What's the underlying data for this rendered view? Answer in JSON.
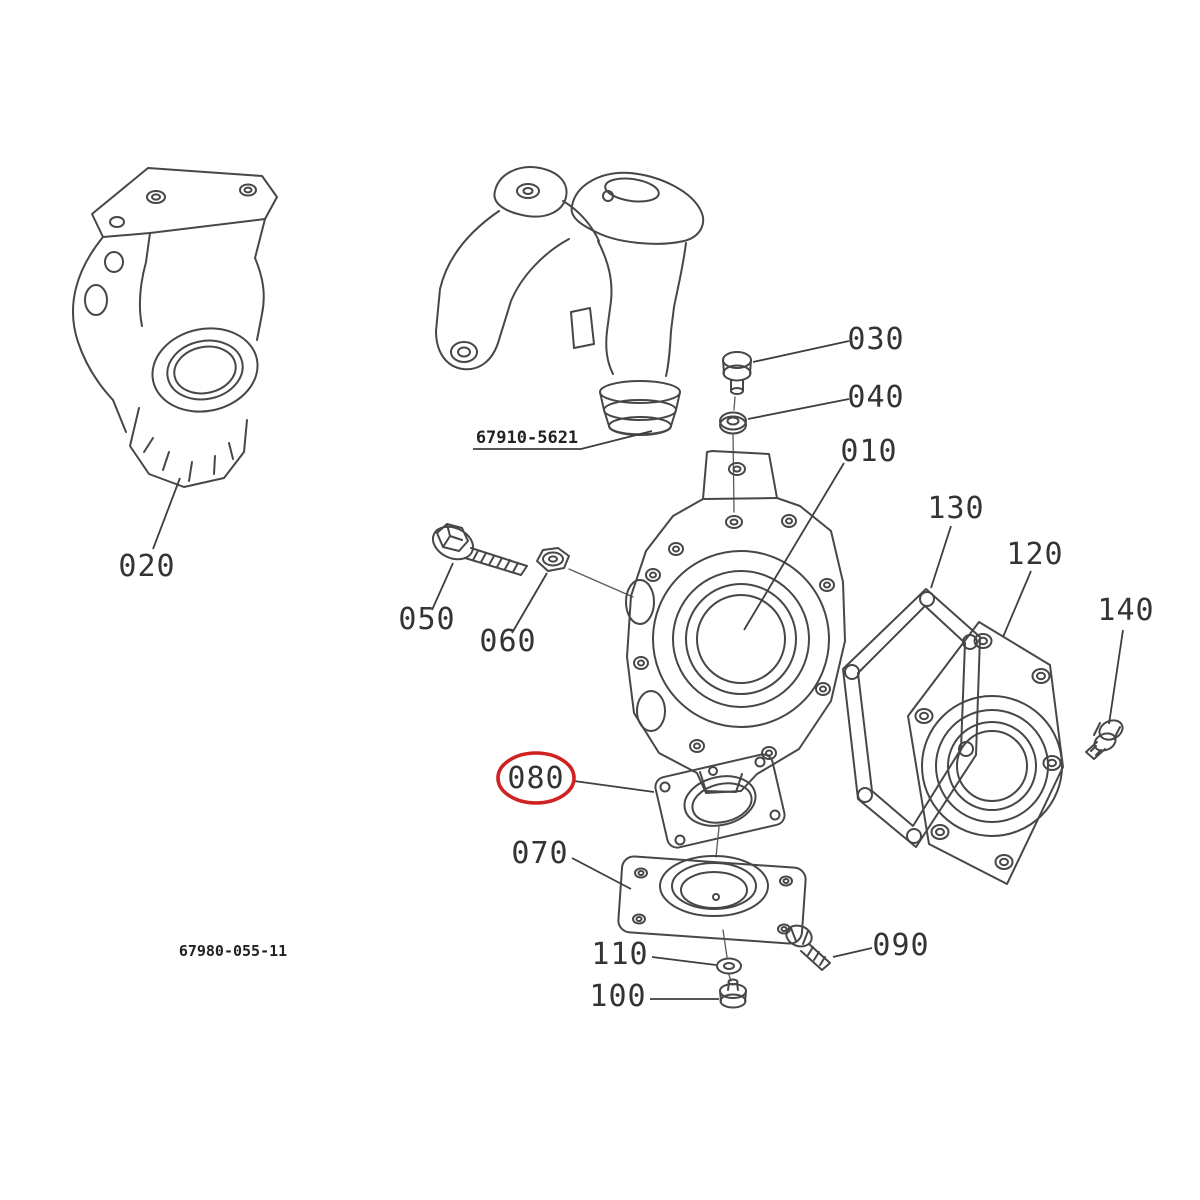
{
  "diagram": {
    "type": "exploded-parts-diagram",
    "background": "#ffffff",
    "line_color": "#474747",
    "highlight_color": "#cf2222",
    "highlighted_callout": "080",
    "assembly_ref": "67910-5621",
    "drawing_code": "67980-055-11",
    "callouts": {
      "c010": "010",
      "c020": "020",
      "c030": "030",
      "c040": "040",
      "c050": "050",
      "c060": "060",
      "c070": "070",
      "c080": "080",
      "c090": "090",
      "c100": "100",
      "c110": "110",
      "c120": "120",
      "c130": "130",
      "c140": "140"
    }
  }
}
